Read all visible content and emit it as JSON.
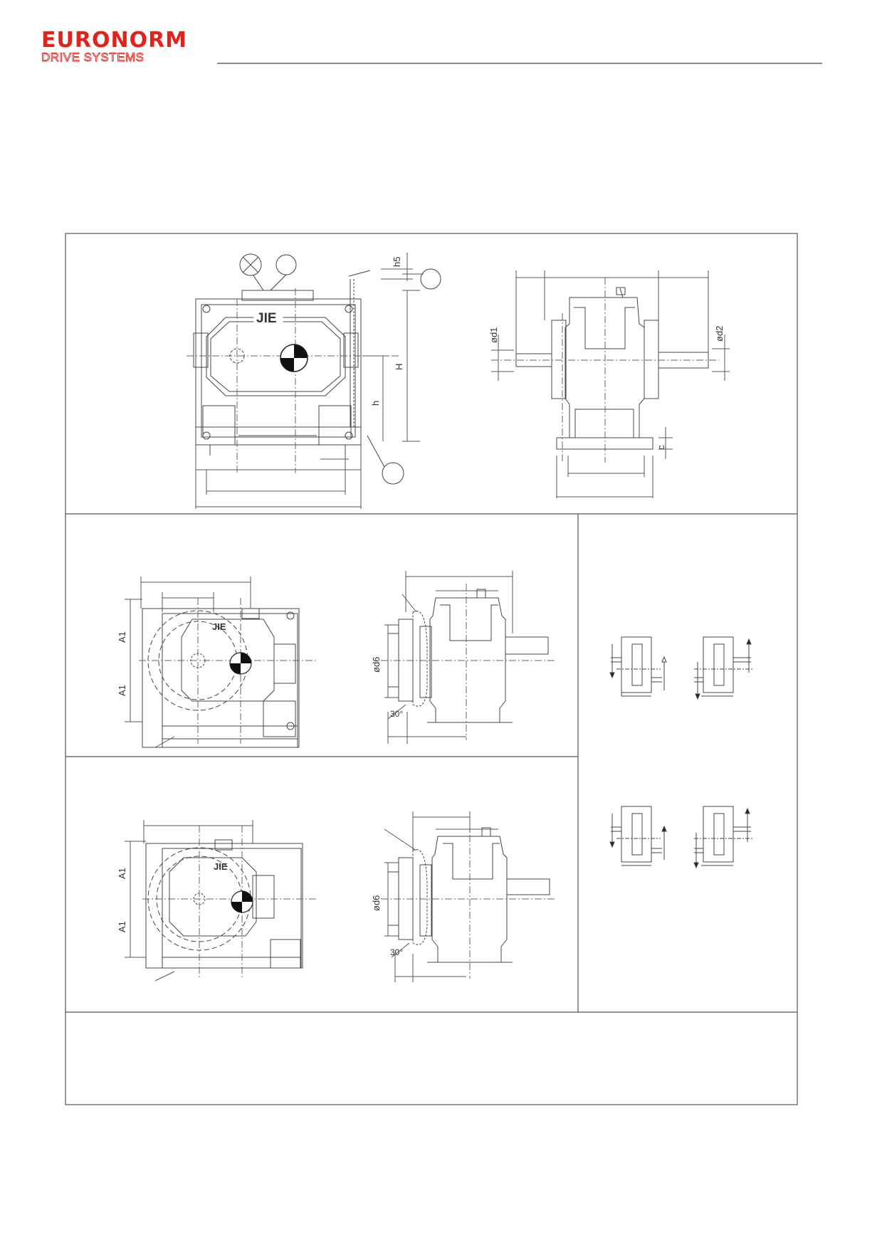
{
  "brand": {
    "name": "EURONORM",
    "tagline": "DRIVE SYSTEMS",
    "color": "#e2231a"
  },
  "colors": {
    "line": "#444444",
    "frame": "#555555"
  },
  "drawing": {
    "nameplate": "JIE",
    "dims": {
      "h5": "h5",
      "H": "H",
      "h": "h",
      "d1": "ød1",
      "d2": "ød2",
      "c": "c",
      "d6_top": "ød6",
      "d6_bottom": "ød6",
      "A1_a": "A1",
      "A1_b": "A1",
      "A1_c": "A1",
      "A1_d": "A1",
      "angle_a": "30°",
      "angle_b": "30°"
    }
  }
}
